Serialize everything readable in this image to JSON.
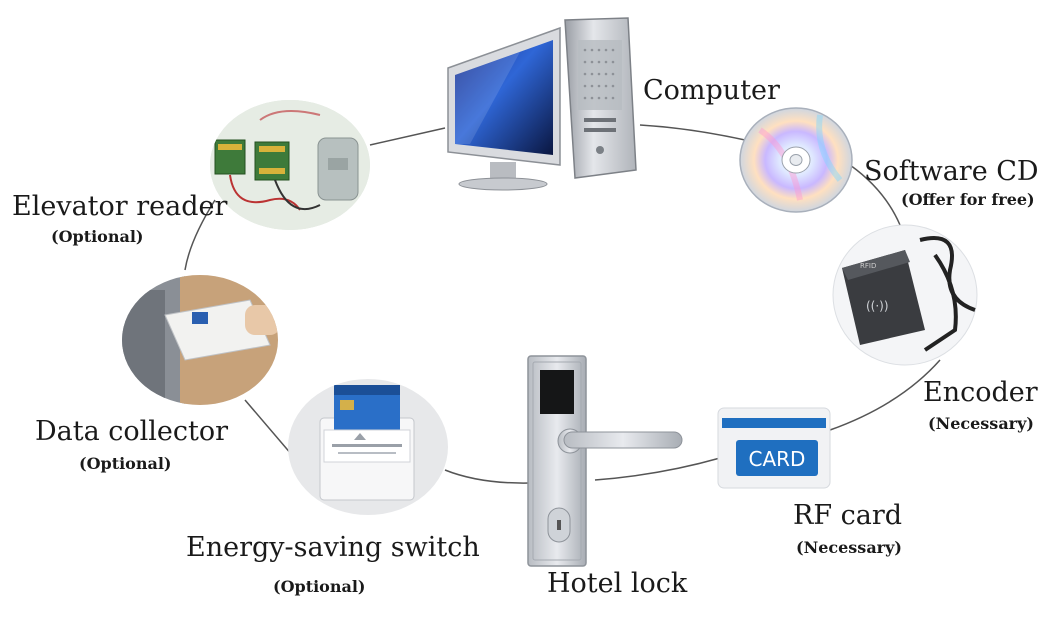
{
  "nodes": {
    "computer": {
      "label": "Computer",
      "note": ""
    },
    "software_cd": {
      "label": "Software CD",
      "note": "(Offer for free)"
    },
    "encoder": {
      "label": "Encoder",
      "note": "(Necessary)",
      "device_text": "((·))"
    },
    "rf_card": {
      "label": "RF card",
      "note": "(Necessary)",
      "card_text": "CARD"
    },
    "hotel_lock": {
      "label": "Hotel lock",
      "note": ""
    },
    "energy_switch": {
      "label": "Energy-saving switch",
      "note": "(Optional)"
    },
    "data_collector": {
      "label": "Data collector",
      "note": "(Optional)"
    },
    "elevator_reader": {
      "label": "Elevator reader",
      "note": "(Optional)"
    }
  },
  "colors": {
    "ring": "#555555",
    "card_blue": "#1f6fc0",
    "text": "#1a1a1a"
  }
}
